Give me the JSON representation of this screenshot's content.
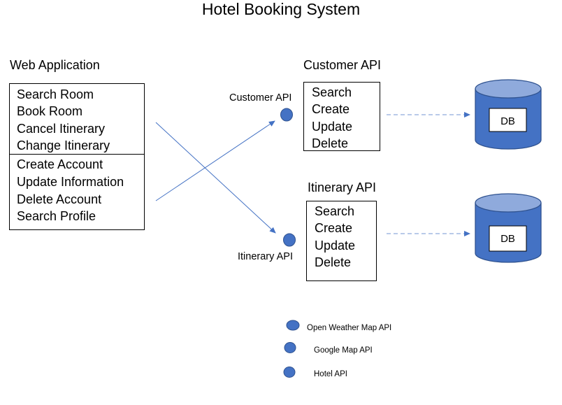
{
  "title": "Hotel Booking System",
  "web_app": {
    "heading": "Web Application",
    "group1": [
      "Search Room",
      "Book Room",
      "Cancel Itinerary",
      "Change Itinerary"
    ],
    "group2": [
      "Create Account",
      "Update Information",
      "Delete Account",
      "Search Profile"
    ]
  },
  "customer_api": {
    "heading": "Customer API",
    "node_label": "Customer API",
    "items": [
      "Search",
      "Create",
      "Update",
      "Delete"
    ],
    "db_label": "DB"
  },
  "itinerary_api": {
    "heading": "Itinerary API",
    "node_label": "Itinerary API",
    "items": [
      "Search",
      "Create",
      "Update",
      "Delete"
    ],
    "db_label": "DB"
  },
  "legend": [
    "Open Weather Map API",
    "Google Map API",
    "Hotel API"
  ],
  "colors": {
    "node_fill": "#4472C4",
    "node_stroke": "#2F528F",
    "db_light": "#8FAADC",
    "arrow": "#4472C4",
    "dashed_arrow": "#8FAADC"
  }
}
